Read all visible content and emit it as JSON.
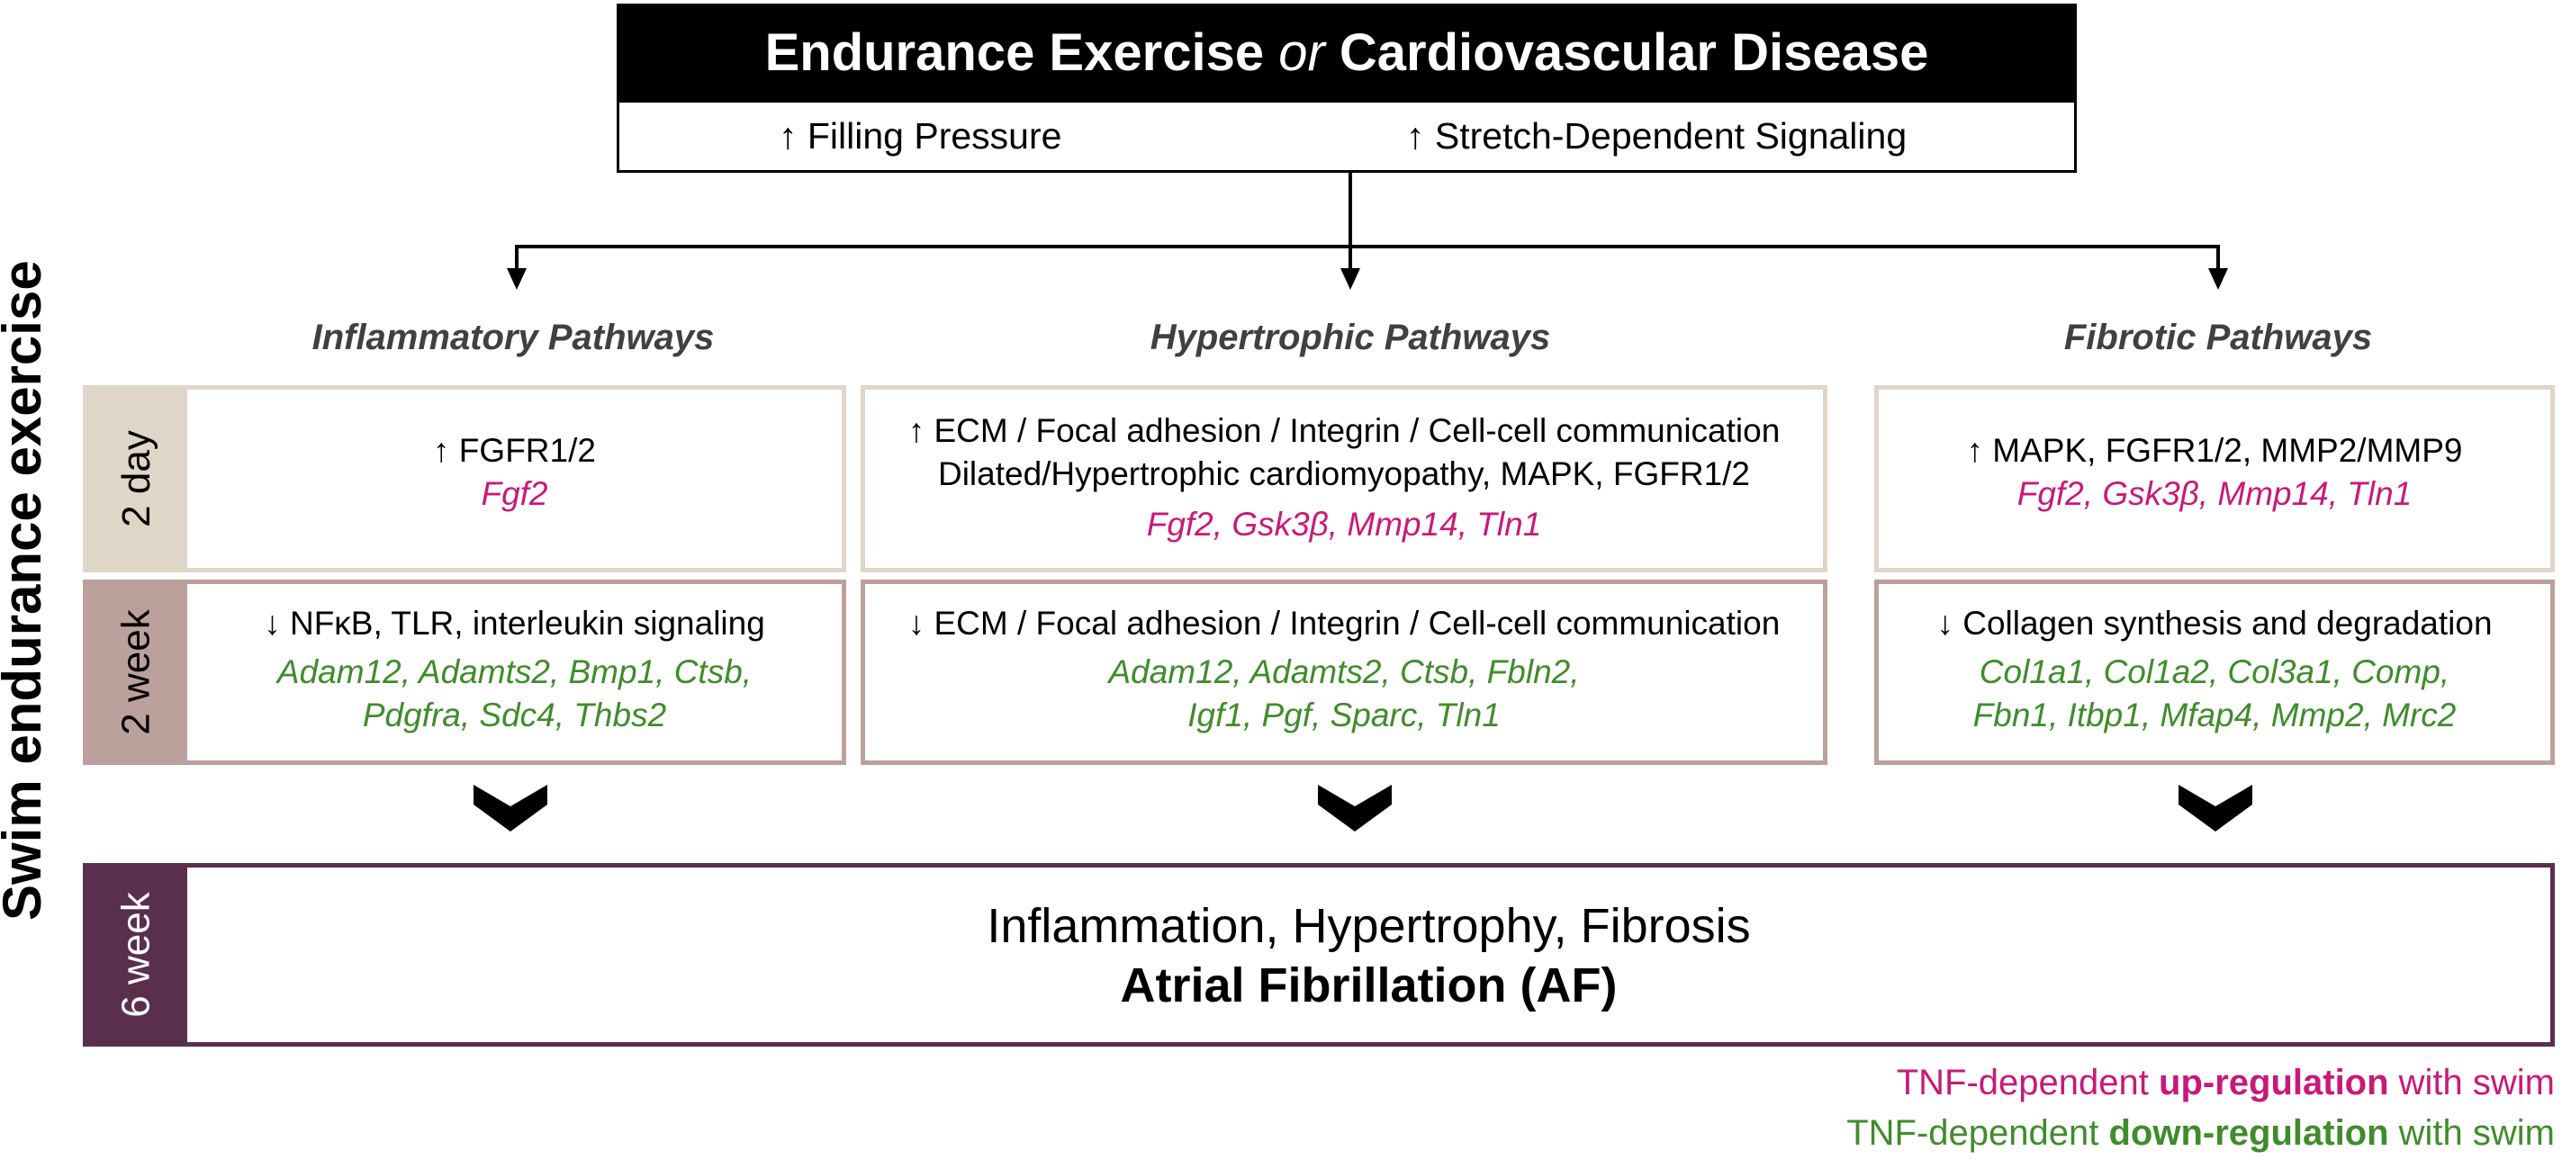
{
  "header": {
    "title_part1": "Endurance Exercise ",
    "title_or": "or",
    "title_part2": " Cardiovascular Disease",
    "sub_left": "↑ Filling Pressure",
    "sub_right": "↑ Stretch-Dependent Signaling"
  },
  "pathways": {
    "inflammatory": "Inflammatory Pathways",
    "hypertrophic": "Hypertrophic Pathways",
    "fibrotic": "Fibrotic Pathways"
  },
  "side_label": "Swim endurance exercise",
  "rows": {
    "day2": {
      "label": "2 day",
      "inflammatory": {
        "text": "↑ FGFR1/2",
        "genes": "Fgf2"
      },
      "hypertrophic": {
        "text1": "↑ ECM / Focal adhesion / Integrin / Cell-cell communication",
        "text2": "Dilated/Hypertrophic cardiomyopathy, MAPK, FGFR1/2",
        "genes": "Fgf2, Gsk3β, Mmp14, Tln1"
      },
      "fibrotic": {
        "text": "↑ MAPK, FGFR1/2, MMP2/MMP9",
        "genes": "Fgf2, Gsk3β, Mmp14, Tln1"
      }
    },
    "week2": {
      "label": "2 week",
      "inflammatory": {
        "text": "↓ NFκB, TLR, interleukin signaling",
        "genes1": "Adam12, Adamts2, Bmp1, Ctsb,",
        "genes2": "Pdgfra, Sdc4, Thbs2"
      },
      "hypertrophic": {
        "text": "↓ ECM / Focal adhesion / Integrin / Cell-cell communication",
        "genes1": "Adam12, Adamts2, Ctsb, Fbln2,",
        "genes2": "Igf1, Pgf, Sparc, Tln1"
      },
      "fibrotic": {
        "text": "↓ Collagen synthesis and degradation",
        "genes1": "Col1a1, Col1a2, Col3a1, Comp,",
        "genes2": "Fbn1, Itbp1, Mfap4, Mmp2, Mrc2"
      }
    },
    "week6": {
      "label": "6 week",
      "line1": "Inflammation, Hypertrophy, Fibrosis",
      "line2": "Atrial Fibrillation (AF)"
    }
  },
  "legend": {
    "up_prefix": "TNF-dependent ",
    "up_bold": "up-regulation",
    "up_suffix": " with swim",
    "down_prefix": "TNF-dependent ",
    "down_bold": "down-regulation",
    "down_suffix": " with swim"
  },
  "colors": {
    "up": "#c8197a",
    "down": "#3f8c2b",
    "day2_border": "#e0d6c8",
    "week2_border": "#bca09c",
    "week6_border": "#5a2f4e"
  }
}
